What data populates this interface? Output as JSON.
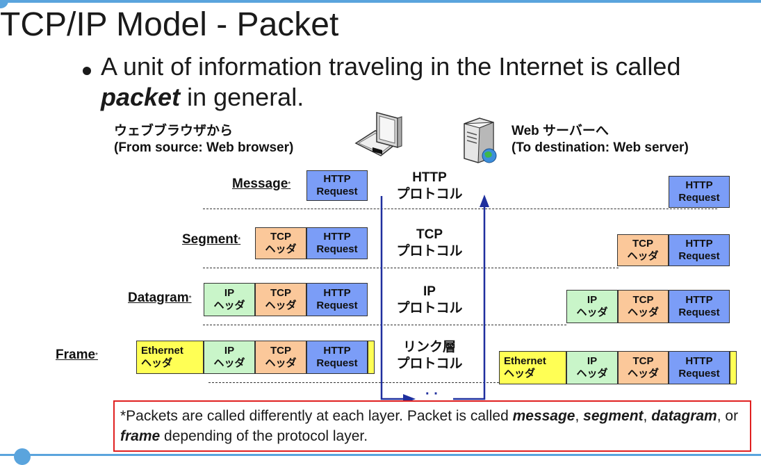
{
  "title": "TCP/IP Model - Packet",
  "bullet": {
    "part1": "A unit of information traveling in the Internet is called ",
    "bold": "packet",
    "part2": " in general."
  },
  "source": {
    "line1": "ウェブブラウザから",
    "line2": "(From source: Web browser)"
  },
  "destination": {
    "line1": "Web サーバーへ",
    "line2": "(To destination: Web server)"
  },
  "layers": [
    {
      "label": "Message",
      "protocol_line1": "HTTP",
      "protocol_line2": "プロトコル"
    },
    {
      "label": "Segment",
      "protocol_line1": "TCP",
      "protocol_line2": "プロトコル"
    },
    {
      "label": "Datagram",
      "protocol_line1": "IP",
      "protocol_line2": "プロトコル"
    },
    {
      "label": "Frame",
      "protocol_line1": "リンク層",
      "protocol_line2": "プロトコル"
    }
  ],
  "asterisk": "*",
  "headers": {
    "http_line1": "HTTP",
    "http_line2": "Request",
    "tcp_line1": "TCP",
    "tcp_line2": "ヘッダ",
    "ip_line1": "IP",
    "ip_line2": "ヘッダ",
    "eth_line1": "Ethernet",
    "eth_line2": "ヘッダ"
  },
  "ellipsis": "· ·",
  "note": {
    "t1": "*Packets are called differently at each layer. Packet is called ",
    "b1": "message",
    "t2": ", ",
    "b2": "segment",
    "t3": ", ",
    "b3": "datagram",
    "t4": ", or ",
    "b4": "frame",
    "t5": " depending of the protocol layer."
  },
  "colors": {
    "http": "#7b9df7",
    "tcp": "#fbc89a",
    "ip": "#c9f5c9",
    "ethernet": "#ffff55",
    "arrow": "#1f2f9e",
    "note_border": "#e02020",
    "accent": "#5aa4dd"
  }
}
